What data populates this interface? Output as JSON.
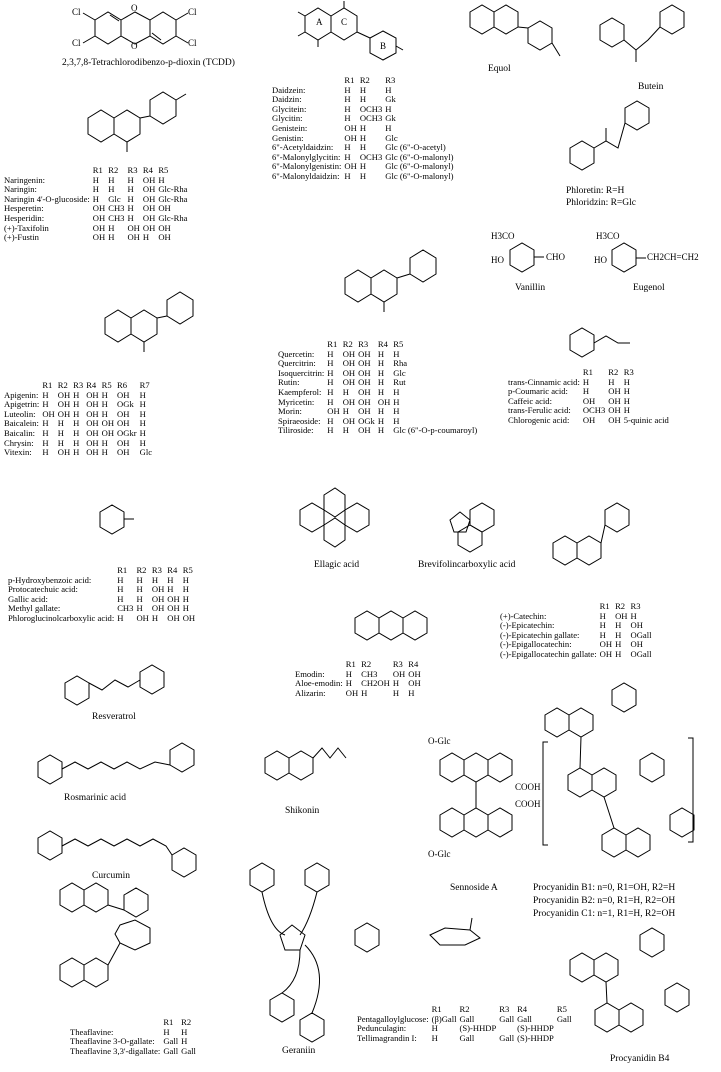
{
  "compounds": {
    "tcdd": {
      "name": "2,3,7,8-Tetrachlorodibenzo-p-dioxin (TCDD)",
      "atoms": [
        "Cl",
        "Cl",
        "Cl",
        "Cl",
        "O",
        "O"
      ]
    },
    "equol": {
      "name": "Equol"
    },
    "butein": {
      "name": "Butein"
    },
    "phloretin": {
      "name": "Phloretin: R=H",
      "name2": "Phloridzin: R=Glc"
    },
    "vanillin": {
      "name": "Vanillin",
      "atoms": [
        "H3CO",
        "HO",
        "CHO"
      ]
    },
    "eugenol": {
      "name": "Eugenol",
      "atoms": [
        "H3CO",
        "HO",
        "CH2CH=CH2"
      ]
    },
    "ellagic": {
      "name": "Ellagic acid"
    },
    "brevifolin": {
      "name": "Brevifolincarboxylic acid"
    },
    "resveratrol": {
      "name": "Resveratrol"
    },
    "rosmarinic": {
      "name": "Rosmarinic acid"
    },
    "shikonin": {
      "name": "Shikonin"
    },
    "sennoside": {
      "name": "Sennoside A",
      "atoms": [
        "O-Glc",
        "COOH",
        "COOH",
        "O-Glc"
      ]
    },
    "curcumin": {
      "name": "Curcumin"
    },
    "geraniin": {
      "name": "Geraniin"
    },
    "procyanidin_b4": {
      "name": "Procyanidin B4"
    },
    "procyanidin_b1": {
      "lines": [
        "Procyanidin B1: n=0, R1=OH, R2=H",
        "Procyanidin B2: n=0, R1=H, R2=OH",
        "Procyanidin C1: n=1, R1=H, R2=OH"
      ]
    }
  },
  "tables": {
    "isoflavones": {
      "headers": [
        "",
        "R1",
        "R2",
        "R3"
      ],
      "rows": [
        [
          "Daidzein:",
          "H",
          "H",
          "H"
        ],
        [
          "Daidzin:",
          "H",
          "H",
          "Gk"
        ],
        [
          "Glycitein:",
          "H",
          "OCH3",
          "H"
        ],
        [
          "Glycitin:",
          "H",
          "OCH3",
          "Gk"
        ],
        [
          "Genistein:",
          "OH",
          "H",
          "H"
        ],
        [
          "Genistin:",
          "OH",
          "H",
          "Glc"
        ],
        [
          "6\"-Acetyldaidzin:",
          "H",
          "H",
          "Glc (6\"-O-acetyl)"
        ],
        [
          "6\"-Malonylglycitin:",
          "H",
          "OCH3",
          "Glc (6\"-O-malonyl)"
        ],
        [
          "6\"-Malonylgenistin:",
          "OH",
          "H",
          "Glc (6\"-O-malonyl)"
        ],
        [
          "6\"-Malonyldaidzin:",
          "H",
          "H",
          "Glc (6\"-O-malonyl)"
        ]
      ]
    },
    "flavanones": {
      "headers": [
        "",
        "R1",
        "R2",
        "R3",
        "R4",
        "R5"
      ],
      "rows": [
        [
          "Naringenin:",
          "H",
          "H",
          "H",
          "OH",
          "H"
        ],
        [
          "Naringin:",
          "H",
          "H",
          "H",
          "OH",
          "Glc-Rha"
        ],
        [
          "Naringin 4'-O-glucoside:",
          "H",
          "Glc",
          "H",
          "OH",
          "Glc-Rha"
        ],
        [
          "Hesperetin:",
          "OH",
          "CH3",
          "H",
          "OH",
          "OH"
        ],
        [
          "Hesperidin:",
          "OH",
          "CH3",
          "H",
          "OH",
          "Glc-Rha"
        ],
        [
          "(+)-Taxifolin",
          "OH",
          "H",
          "OH",
          "OH",
          "OH"
        ],
        [
          "(+)-Fustin",
          "OH",
          "H",
          "OH",
          "H",
          "OH"
        ]
      ]
    },
    "flavones": {
      "headers": [
        "",
        "R1",
        "R2",
        "R3",
        "R4",
        "R5",
        "R6",
        "R7"
      ],
      "rows": [
        [
          "Apigenin:",
          "H",
          "OH",
          "H",
          "OH",
          "H",
          "OH",
          "H"
        ],
        [
          "Apigetrin:",
          "H",
          "OH",
          "H",
          "OH",
          "H",
          "OGk",
          "H"
        ],
        [
          "Luteolin:",
          "OH",
          "OH",
          "H",
          "OH",
          "H",
          "OH",
          "H"
        ],
        [
          "Baicalein:",
          "H",
          "H",
          "H",
          "OH",
          "OH",
          "OH",
          "H"
        ],
        [
          "Baicalin:",
          "H",
          "H",
          "H",
          "OH",
          "OH",
          "OGkr",
          "H"
        ],
        [
          "Chrysin:",
          "H",
          "H",
          "H",
          "OH",
          "H",
          "OH",
          "H"
        ],
        [
          "Vitexin:",
          "H",
          "OH",
          "H",
          "OH",
          "H",
          "OH",
          "Glc"
        ]
      ]
    },
    "flavonols": {
      "headers": [
        "",
        "R1",
        "R2",
        "R3",
        "R4",
        "R5"
      ],
      "rows": [
        [
          "Quercetin:",
          "H",
          "OH",
          "OH",
          "H",
          "H"
        ],
        [
          "Quercitrin:",
          "H",
          "OH",
          "OH",
          "H",
          "Rha"
        ],
        [
          "Isoquercitrin:",
          "H",
          "OH",
          "OH",
          "H",
          "Glc"
        ],
        [
          "Rutin:",
          "H",
          "OH",
          "OH",
          "H",
          "Rut"
        ],
        [
          "Kaempferol:",
          "H",
          "H",
          "OH",
          "H",
          "H"
        ],
        [
          "Myricetin:",
          "H",
          "OH",
          "OH",
          "OH",
          "H"
        ],
        [
          "Morin:",
          "OH",
          "H",
          "OH",
          "H",
          "H"
        ],
        [
          "Spiraeoside:",
          "H",
          "OH",
          "OGk",
          "H",
          "H"
        ],
        [
          "Tiliroside:",
          "H",
          "H",
          "OH",
          "H",
          "Glc (6\"-O-p-coumaroyl)"
        ]
      ]
    },
    "cinnamic": {
      "headers": [
        "",
        "R1",
        "R2",
        "R3"
      ],
      "rows": [
        [
          "trans-Cinnamic acid:",
          "H",
          "H",
          "H"
        ],
        [
          "p-Coumaric acid:",
          "H",
          "OH",
          "H"
        ],
        [
          "Caffeic acid:",
          "OH",
          "OH",
          "H"
        ],
        [
          "trans-Ferulic acid:",
          "OCH3",
          "OH",
          "H"
        ],
        [
          "Chlorogenic acid:",
          "OH",
          "OH",
          "5-quinic acid"
        ]
      ]
    },
    "benzoic": {
      "headers": [
        "",
        "R1",
        "R2",
        "R3",
        "R4",
        "R5"
      ],
      "rows": [
        [
          "p-Hydroxybenzoic acid:",
          "H",
          "H",
          "H",
          "H",
          "H"
        ],
        [
          "Protocatechuic acid:",
          "H",
          "H",
          "OH",
          "H",
          "H"
        ],
        [
          "Gallic acid:",
          "H",
          "H",
          "OH",
          "OH",
          "H"
        ],
        [
          "Methyl gallate:",
          "CH3",
          "H",
          "OH",
          "OH",
          "H"
        ],
        [
          "Phloroglucinolcarboxylic acid:",
          "H",
          "OH",
          "H",
          "OH",
          "OH"
        ]
      ]
    },
    "catechins": {
      "headers": [
        "",
        "R1",
        "R2",
        "R3"
      ],
      "rows": [
        [
          "(+)-Catechin:",
          "H",
          "OH",
          "H"
        ],
        [
          "(-)-Epicatechin:",
          "H",
          "H",
          "OH"
        ],
        [
          "(-)-Epicatechin gallate:",
          "H",
          "H",
          "OGall"
        ],
        [
          "(-)-Epigallocatechin:",
          "OH",
          "H",
          "OH"
        ],
        [
          "(-)-Epigallocatechin gallate:",
          "OH",
          "H",
          "OGall"
        ]
      ]
    },
    "anthraquinones": {
      "headers": [
        "",
        "R1",
        "R2",
        "R3",
        "R4"
      ],
      "rows": [
        [
          "Emodin:",
          "H",
          "CH3",
          "OH",
          "OH"
        ],
        [
          "Aloe-emodin:",
          "H",
          "CH2OH",
          "H",
          "OH"
        ],
        [
          "Alizarin:",
          "OH",
          "H",
          "H",
          "H"
        ]
      ]
    },
    "theaflavins": {
      "headers": [
        "",
        "R1",
        "R2"
      ],
      "rows": [
        [
          "Theaflavine:",
          "H",
          "H"
        ],
        [
          "Theaflavine 3-O-gallate:",
          "Gall",
          "H"
        ],
        [
          "Theaflavine 3,3'-digallate:",
          "Gall",
          "Gall"
        ]
      ]
    },
    "ellagitannins": {
      "headers": [
        "",
        "R1",
        "R2",
        "R3",
        "R4",
        "R5"
      ],
      "rows": [
        [
          "Pentagalloylglucose:",
          "(β)Gall",
          "Gall",
          "Gall",
          "Gall",
          "Gall"
        ],
        [
          "Pedunculagin:",
          "H",
          "(S)-HHDP",
          "",
          "(S)-HHDP",
          ""
        ],
        [
          "Tellimagrandin I:",
          "H",
          "Gall",
          "Gall",
          "(S)-HHDP",
          ""
        ]
      ]
    }
  },
  "ring_labels": {
    "A": "A",
    "B": "B",
    "C": "C"
  }
}
